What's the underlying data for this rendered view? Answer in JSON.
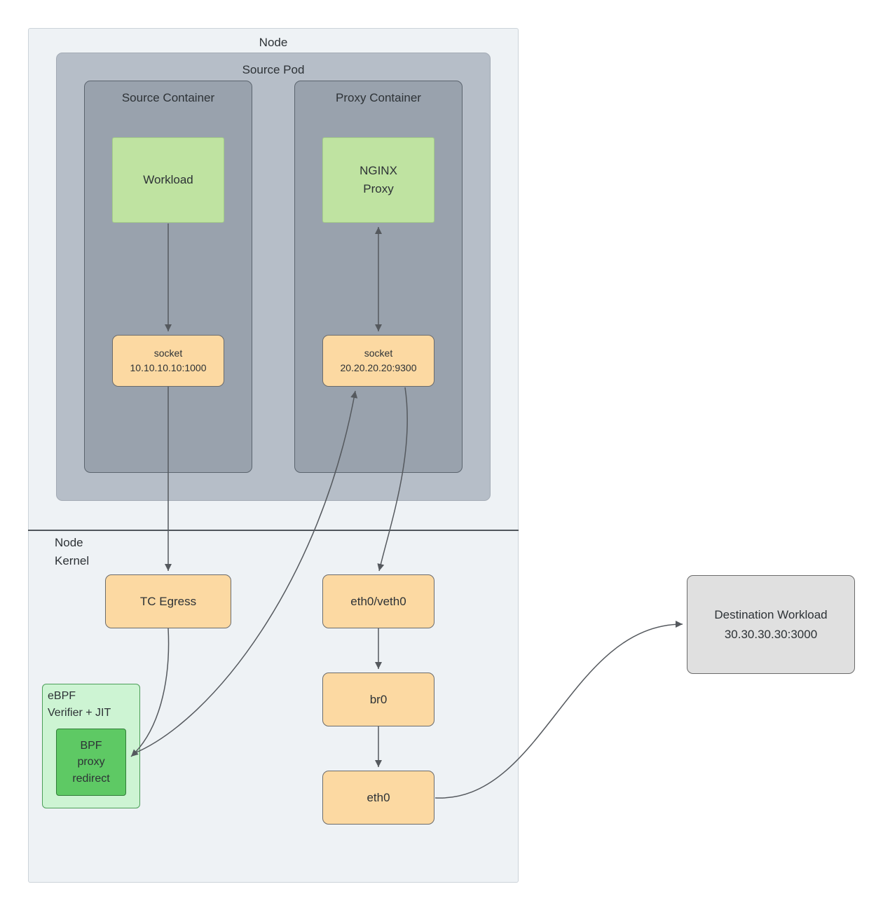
{
  "colors": {
    "node_fill": "#eef2f5",
    "node_border": "#ccd3d9",
    "pod_fill": "#b6bec8",
    "pod_border": "#a3abb5",
    "container_fill": "#99a2ad",
    "container_border": "#5b646e",
    "green_fill": "#bfe3a1",
    "green_border": "#a4cd87",
    "orange_fill": "#fcd9a2",
    "orange_border": "#6b6b6b",
    "ebpf_fill": "#cdf4d3",
    "ebpf_border": "#4c9e58",
    "bpf_fill": "#5ec964",
    "bpf_border": "#327d39",
    "dest_fill": "#e0e0e0",
    "dest_border": "#6b6b6b",
    "arrow": "#55595e",
    "divider": "#50565c",
    "text": "#2d3236"
  },
  "nodes": {
    "node": {
      "label": "Node"
    },
    "node_kernel": {
      "line1": "Node",
      "line2": "Kernel"
    },
    "source_pod": {
      "label": "Source Pod"
    },
    "source_container": {
      "label": "Source Container"
    },
    "proxy_container": {
      "label": "Proxy Container"
    },
    "workload": {
      "label": "Workload"
    },
    "nginx_proxy": {
      "line1": "NGINX",
      "line2": "Proxy"
    },
    "socket_source": {
      "line1": "socket",
      "line2": "10.10.10.10:1000"
    },
    "socket_proxy": {
      "line1": "socket",
      "line2": "20.20.20.20:9300"
    },
    "tc_egress": {
      "label": "TC Egress"
    },
    "eth0_veth0": {
      "label": "eth0/veth0"
    },
    "br0": {
      "label": "br0"
    },
    "eth0": {
      "label": "eth0"
    },
    "ebpf_verifier": {
      "line1": "eBPF",
      "line2": "Verifier + JIT"
    },
    "bpf_proxy_redirect": {
      "line1": "BPF",
      "line2": "proxy",
      "line3": "redirect"
    },
    "destination_workload": {
      "line1": "Destination Workload",
      "line2": "30.30.30.30:3000"
    }
  }
}
